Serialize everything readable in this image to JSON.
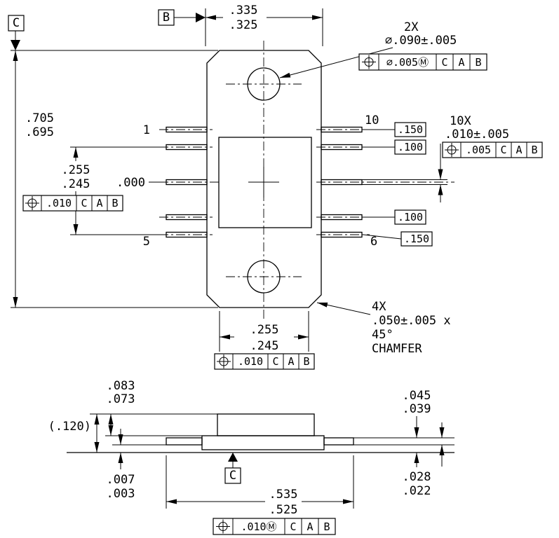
{
  "colors": {
    "line": "#000000",
    "background": "#ffffff"
  },
  "top_view": {
    "datum_b": "B",
    "datum_c": "C",
    "dim_top_width": {
      "max": ".335",
      "min": ".325"
    },
    "dim_overall_height": {
      "max": ".705",
      "min": ".695"
    },
    "dim_pin_span": {
      "max": ".255",
      "min": ".245"
    },
    "dim_center": ".000",
    "fcf_left": {
      "tolerance": ".010",
      "datum1": "C",
      "datum2": "A",
      "datum3": "B"
    },
    "pin_numbers": {
      "pin1": "1",
      "pin5": "5",
      "pin6": "6",
      "pin10": "10"
    },
    "basic_dims": [
      ".150",
      ".100",
      ".100",
      ".150"
    ],
    "lead_note": {
      "line1": "10X",
      "line2": ".010±.005"
    },
    "fcf_leads": {
      "tolerance": ".005",
      "datum1": "C",
      "datum2": "A",
      "datum3": "B"
    },
    "hole_note": {
      "line1": "2X",
      "line2": "∅.090±.005"
    },
    "fcf_holes": {
      "tolerance": "∅.005Ⓜ",
      "datum1": "C",
      "datum2": "A",
      "datum3": "B"
    },
    "dim_bottom_width": {
      "max": ".255",
      "min": ".245"
    },
    "fcf_bottom": {
      "tolerance": ".010",
      "datum1": "C",
      "datum2": "A",
      "datum3": "B"
    },
    "chamfer_note": {
      "line1": "4X",
      "line2": ".050±.005 x",
      "line3": "45°",
      "line4": "CHAMFER"
    }
  },
  "side_view": {
    "dim_cap_height": {
      "max": ".083",
      "min": ".073"
    },
    "dim_overall_ref": "(.120)",
    "dim_standoff": {
      "max": ".007",
      "min": ".003"
    },
    "datum_c": "C",
    "dim_lead_span": {
      "max": ".535",
      "min": ".525"
    },
    "dim_lead_seating": {
      "max": ".045",
      "min": ".039"
    },
    "dim_lead_thickness": {
      "max": ".028",
      "min": ".022"
    },
    "fcf_seating": {
      "tolerance": ".010Ⓜ",
      "datum1": "C",
      "datum2": "A",
      "datum3": "B"
    }
  }
}
